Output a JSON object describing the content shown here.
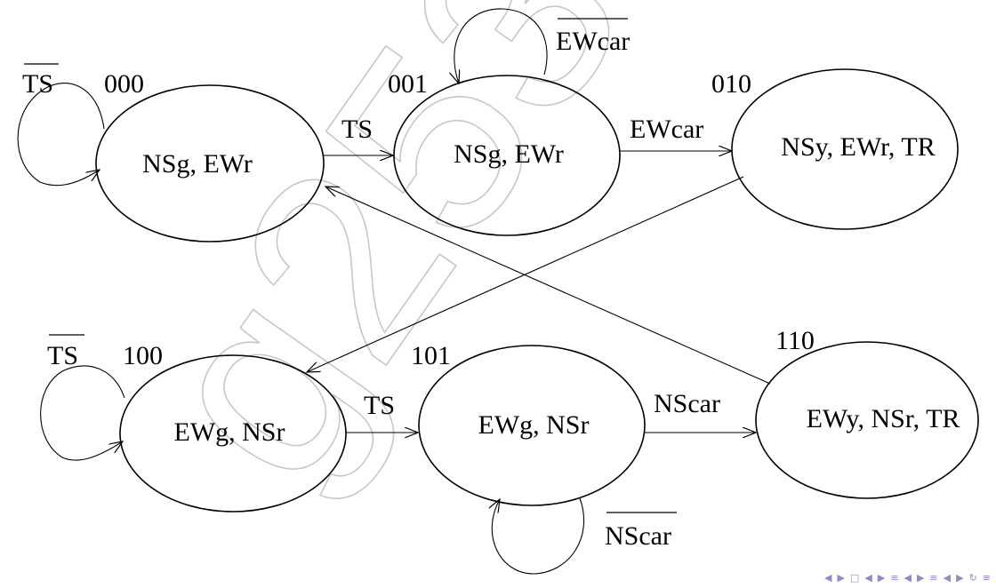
{
  "states": [
    {
      "code": "000",
      "label": "NSg, EWr"
    },
    {
      "code": "001",
      "label": "NSg, EWr"
    },
    {
      "code": "010",
      "label": "NSy, EWr, TR"
    },
    {
      "code": "100",
      "label": "EWg, NSr"
    },
    {
      "code": "101",
      "label": "EWg, NSr"
    },
    {
      "code": "110",
      "label": "EWy, NSr, TR"
    }
  ],
  "edges": {
    "s000_self": "TS",
    "s000_to_001": "TS",
    "s001_self": "EWcar",
    "s001_to_010": "EWcar",
    "s100_self": "TS",
    "s100_to_101": "TS",
    "s101_self": "NScar",
    "s101_to_110": "NScar"
  },
  "watermark": "g253wang",
  "nav_icons": [
    "nav-left-icon",
    "nav-right-icon",
    "frame-icon",
    "nav-left-icon",
    "nav-right-icon",
    "section-icon",
    "nav-left-icon",
    "nav-right-icon",
    "subsection-icon",
    "nav-left-icon",
    "nav-right-icon",
    "search-icon",
    "menu-icon"
  ]
}
